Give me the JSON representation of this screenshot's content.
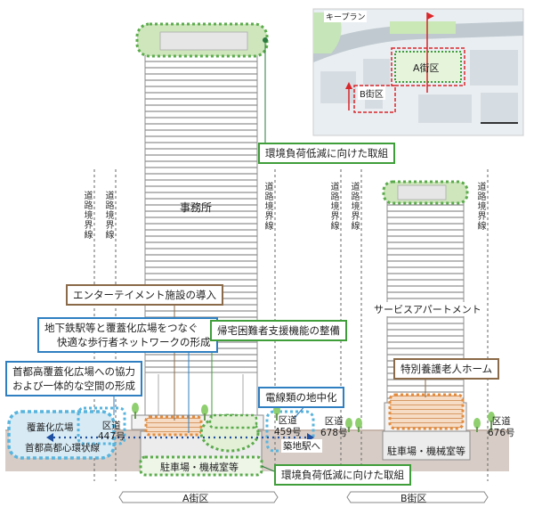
{
  "labels": {
    "office": "事務所",
    "service_apartment": "サービスアパートメント",
    "entertainment": "エンターテイメント施設の導入",
    "pedestrian_network_1": "地下鉄駅等と覆蓋化広場をつなぐ",
    "pedestrian_network_2": "快適な歩行者ネットワークの形成",
    "expressway_plaza_1": "首都高覆蓋化広場への協力",
    "expressway_plaza_2": "および一体的な空間の形成",
    "stranded_support": "帰宅困難者支援機能の整備",
    "env_load_top": "環境負荷低減に向けた取組",
    "env_load_bottom": "環境負荷低減に向けた取組",
    "underground_wires": "電線類の地中化",
    "nursing_home": "特別養護老人ホーム",
    "covered_plaza": "覆蓋化広場",
    "expressway": "首都高都心環状線",
    "road_447": "区道\n447号",
    "road_459": "区道\n459号",
    "road_678": "区道\n678号",
    "road_676": "区道\n676号",
    "to_tsukiji": "築地駅へ",
    "parking_a": "駐車場・機械室等",
    "parking_b": "駐車場・機械室等",
    "road_boundary": "道路境界線",
    "district_a": "A街区",
    "district_b": "B街区",
    "key_plan": "キープラン",
    "map_a": "A街区",
    "map_b": "B街区"
  },
  "colors": {
    "green": "#3f9e3a",
    "green_dot": "#5bab4c",
    "green_fill": "#cfe6bd",
    "blue": "#2f7fc1",
    "blue_dot": "#59b4dd",
    "blue_fill": "#d8ebf5",
    "brown": "#8a6a48",
    "orange": "#e48b3c",
    "orange_fill": "#f4d3b4",
    "ground": "#d8cdc6",
    "red": "#d9262a",
    "building_line": "#8c8c8c"
  }
}
